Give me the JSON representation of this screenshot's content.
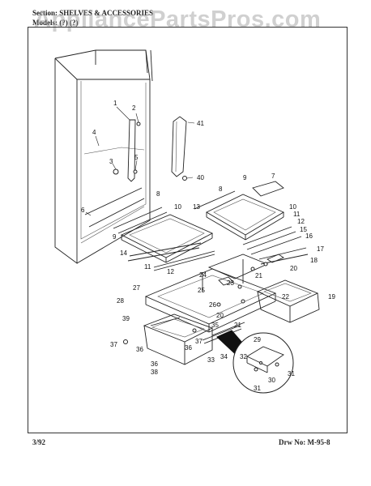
{
  "header": {
    "section": "Section: SHELVES & ACCESSORIES",
    "models": "Models: (?) (?)"
  },
  "watermark": "AppliancePartsPros.com",
  "footer": {
    "date": "3/92",
    "drawing_no": "Drw No: M-95-8"
  },
  "callouts": [
    "1",
    "2",
    "3",
    "4",
    "5",
    "6",
    "7",
    "8",
    "8",
    "9",
    "9",
    "10",
    "10",
    "11",
    "11",
    "12",
    "12",
    "13",
    "14",
    "15",
    "16",
    "17",
    "18",
    "19",
    "20",
    "20",
    "21",
    "21",
    "22",
    "23",
    "24",
    "25",
    "26",
    "27",
    "28",
    "29",
    "30",
    "31",
    "31",
    "32",
    "33",
    "34",
    "35",
    "36",
    "36",
    "36",
    "37",
    "37",
    "38",
    "39",
    "40",
    "41"
  ]
}
